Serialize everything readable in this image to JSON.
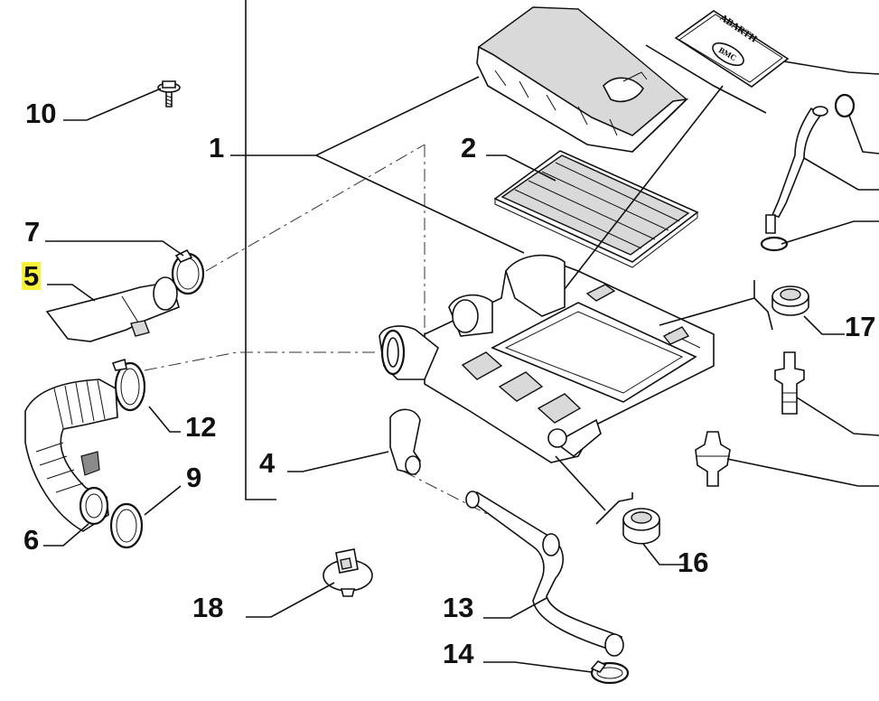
{
  "callouts": [
    {
      "id": "1",
      "label": "1"
    },
    {
      "id": "2",
      "label": "2"
    },
    {
      "id": "4",
      "label": "4"
    },
    {
      "id": "5",
      "label": "5",
      "highlighted": true
    },
    {
      "id": "6",
      "label": "6"
    },
    {
      "id": "7",
      "label": "7"
    },
    {
      "id": "9",
      "label": "9"
    },
    {
      "id": "10",
      "label": "10"
    },
    {
      "id": "12",
      "label": "12"
    },
    {
      "id": "13",
      "label": "13"
    },
    {
      "id": "14",
      "label": "14"
    },
    {
      "id": "16",
      "label": "16"
    },
    {
      "id": "17",
      "label": "17"
    },
    {
      "id": "18",
      "label": "18"
    }
  ],
  "plate_text": {
    "brand": "ABARTH",
    "logo": "BMC"
  },
  "highlight_color": "#f6f23a"
}
